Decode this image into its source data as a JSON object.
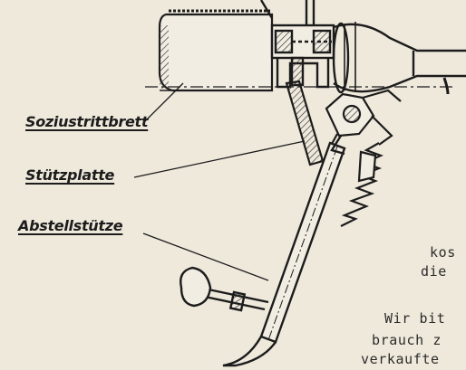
{
  "labels": {
    "soziustrittbrett": "Soziustrittbrett",
    "stuetzplatte": "Stützplatte",
    "abstellstuetze": "Abstellstütze"
  },
  "typed_text": {
    "line1": "kos",
    "line2": "die",
    "line3": "Wir bit",
    "line4": "brauch z",
    "line5": "verkaufte"
  },
  "colors": {
    "paper": "#efe9dc",
    "ink": "#1c1c1c",
    "hatch": "#3a3a3a"
  }
}
